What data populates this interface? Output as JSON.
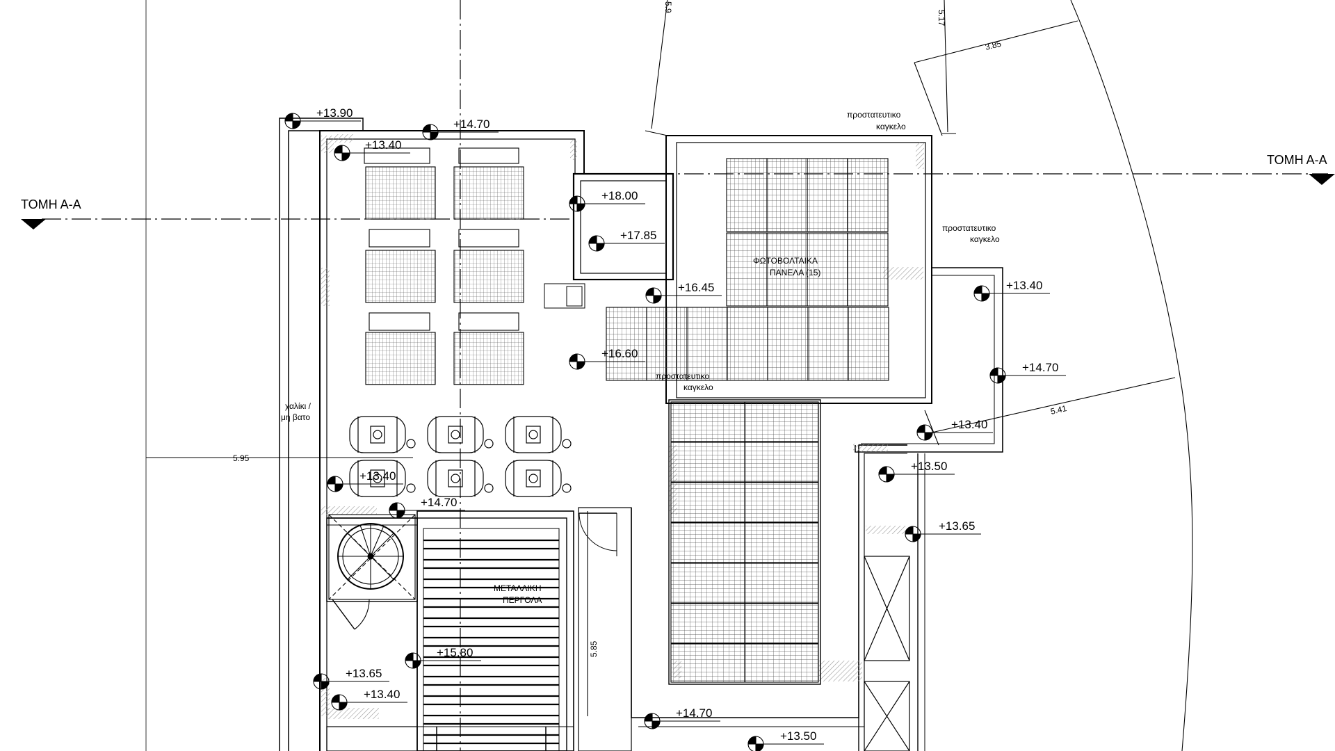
{
  "section_label": "ΤΟΜΗ Α-Α",
  "levels": {
    "l1": "+13.90",
    "l2": "+14.70",
    "l3": "+13.40",
    "l4": "+18.00",
    "l5": "+17.85",
    "l6": "+16.45",
    "l7": "+16.60",
    "l8": "+13.40",
    "l9": "+14.70",
    "l10": "+13.40",
    "l11": "+13.50",
    "l12": "+13.65",
    "l13": "+13.40",
    "l14": "+14.70",
    "l15": "+15.80",
    "l16": "+13.65",
    "l17": "+13.40",
    "l18": "+14.70",
    "l19": "+13.50"
  },
  "dimensions": {
    "d1": "5.95",
    "d2": "5.85",
    "d3": "3.85",
    "d4": "5.17",
    "d5": "5.41",
    "d6": "5.9"
  },
  "labels": {
    "railing_1": "προστατευτικο",
    "railing_2": "καγκελο",
    "pv_1": "ΦΩΤΟΒΟΛΤΑΙΚΑ",
    "pv_2": "ΠΑΝΕΛΑ (15)",
    "gravel_1": "χαλίκι /",
    "gravel_2": "μη βατο",
    "pergola_1": "ΜΕΤΑΛΛΙΚΗ",
    "pergola_2": "ΠΕΡΓΟΛΑ"
  },
  "colors": {
    "line": "#000000",
    "hatch": "#9a9a9a",
    "background": "#ffffff"
  }
}
